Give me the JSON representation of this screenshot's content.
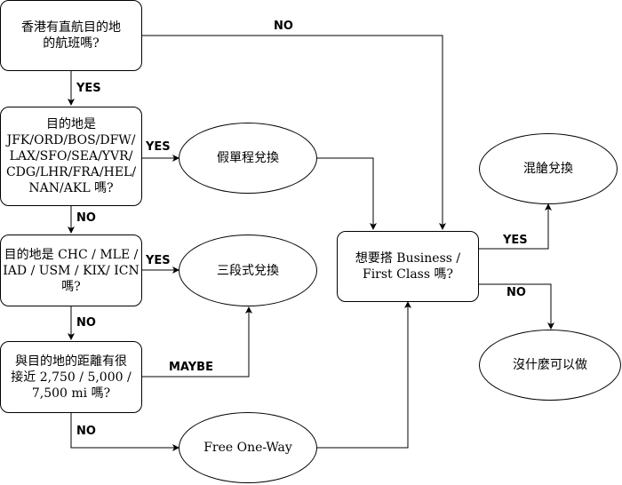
{
  "nodes": {
    "q_direct": "香港有直航目的地\n的航班嗎?",
    "q_dest_list": "目的地是\nJFK/ORD/BOS/DFW/\nLAX/SFO/SEA/YVR/\nCDG/LHR/FRA/HEL/\nNAN/AKL 嗎?",
    "q_dest_list2": "目的地是 CHC / MLE /\nIAD / USM / KIX/ ICN\n嗎?",
    "q_distance": "與目的地的距離有很\n接近 2,750 / 5,000 /\n7,500 mi 嗎?",
    "fake_single": "假單程兌換",
    "three_segment": "三段式兌換",
    "free_oneway": "Free One-Way",
    "want_business": "想要搭 Business /\nFirst Class 嗎?",
    "mixed_cabin": "混艙兌換",
    "nothing": "沒什麼可以做"
  },
  "edges": {
    "direct_no": "NO",
    "direct_yes": "YES",
    "list_yes": "YES",
    "list_no": "NO",
    "list2_yes": "YES",
    "list2_no": "NO",
    "dist_maybe": "MAYBE",
    "dist_no": "NO",
    "business_yes": "YES",
    "business_no": "NO"
  }
}
